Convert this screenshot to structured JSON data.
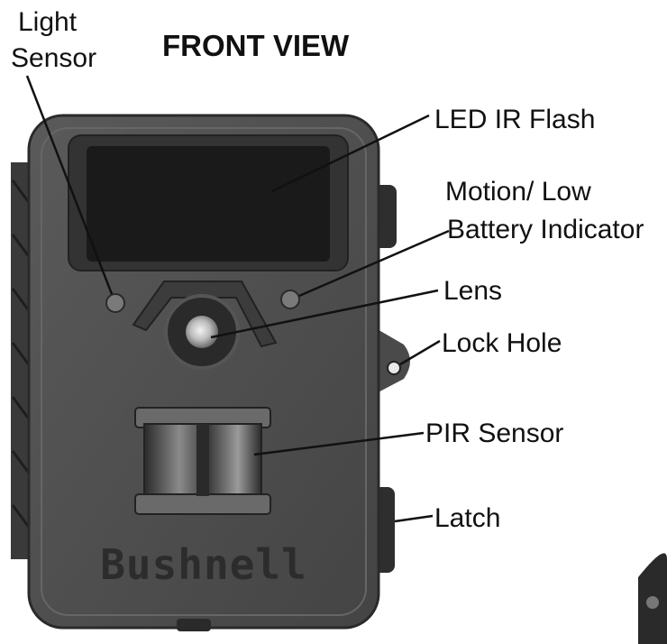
{
  "title": "FRONT VIEW",
  "brand_text": "Bushnell",
  "colors": {
    "camera_body": "#4f4f4f",
    "camera_dark": "#2a2a2a",
    "flash_panel": "#1e1e1e",
    "leader_line": "#111111",
    "text": "#111111"
  },
  "labels": {
    "light_sensor": [
      "Light",
      "Sensor"
    ],
    "led_ir_flash": "LED IR Flash",
    "motion_indicator": [
      "Motion/ Low",
      "Battery Indicator"
    ],
    "lens": "Lens",
    "lock_hole": "Lock Hole",
    "pir_sensor": "PIR Sensor",
    "latch": "Latch"
  }
}
